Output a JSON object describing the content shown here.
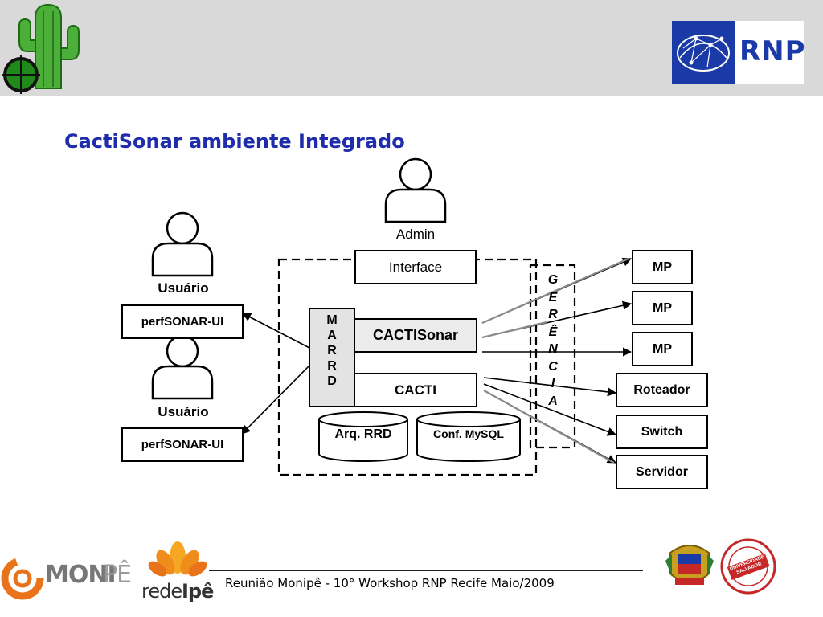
{
  "title": "CactiSonar ambiente Integrado",
  "header": {
    "logo_left": "cacti-logo",
    "logo_right": "RNP"
  },
  "admin": {
    "label": "Admin"
  },
  "interface": {
    "label": "Interface"
  },
  "users": [
    {
      "label": "Usuário",
      "app": "perfSONAR-UI"
    },
    {
      "label": "Usuário",
      "app": "perfSONAR-UI"
    }
  ],
  "marrd": {
    "letters": [
      "M",
      "A",
      "R",
      "R",
      "D"
    ]
  },
  "cactisonar": {
    "label": "CACTISonar"
  },
  "cacti": {
    "label": "CACTI"
  },
  "storage": [
    {
      "label": "Arq. RRD"
    },
    {
      "label": "Conf. MySQL"
    }
  ],
  "gerencia": {
    "letters": [
      "G",
      "E",
      "R",
      "Ê",
      "N",
      "C",
      "I",
      "A"
    ]
  },
  "targets": [
    "MP",
    "MP",
    "MP",
    "Roteador",
    "Switch",
    "Servidor"
  ],
  "footer": {
    "text": "Reunião Monipê - 10° Workshop RNP Recife Maio/2009",
    "logo_monipe_a": "MONI",
    "logo_monipe_b": "PÊ",
    "logo_redeipe_a": "rede",
    "logo_redeipe_b": "Ipê",
    "logo_univ": "UNIVERSIDADE SALVADOR"
  },
  "colors": {
    "title": "#1f2dab",
    "header_band": "#d9d9d9",
    "rnp_blue": "#1a3aa8",
    "arrow_gray": "#808080"
  }
}
